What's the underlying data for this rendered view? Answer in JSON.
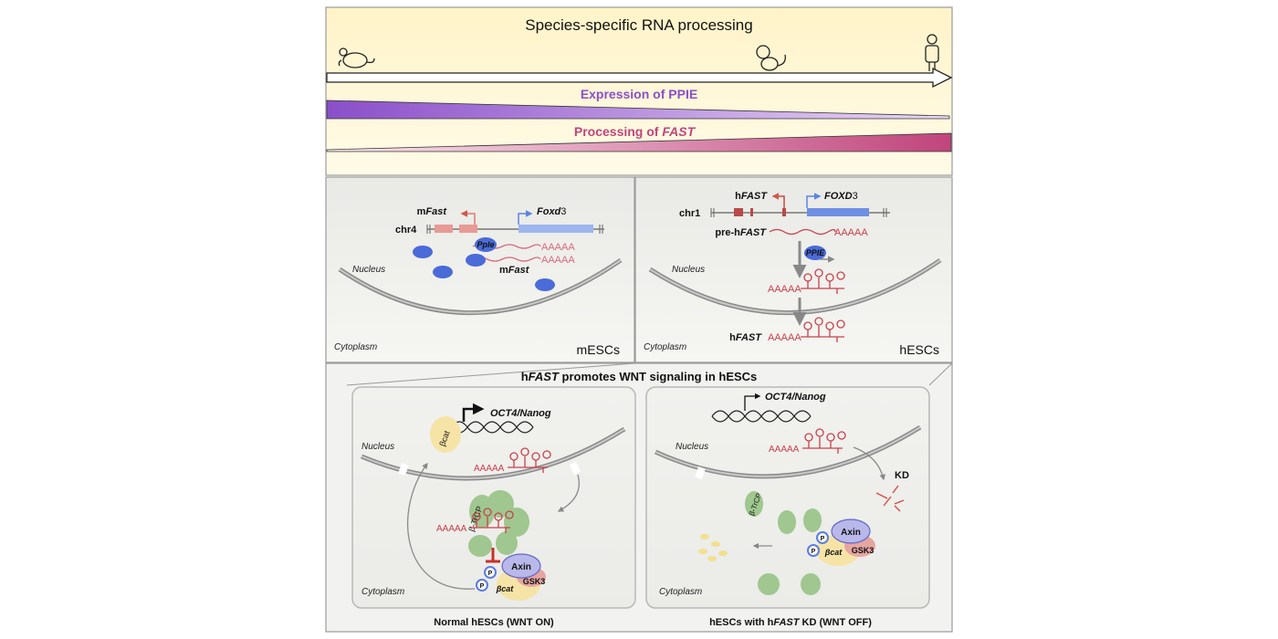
{
  "top": {
    "title": "Species-specific RNA processing",
    "gradient1_label": "Expression of PPIE",
    "gradient2_pre": "Processing of ",
    "gradient2_italic": "FAST",
    "colors": {
      "purple": "#8a4fc9",
      "pink": "#c0457c"
    }
  },
  "mouse": {
    "label_chr": "chr4",
    "gene1_prefix": "m",
    "gene1_italic": "Fast",
    "gene2_italic": "Foxd",
    "gene2_suffix": "3",
    "polyA": "AAAAA",
    "polyA2": "AAAAA",
    "protein": "Pple",
    "rna_label_prefix": "m",
    "rna_label_italic": "Fast",
    "nucleus": "Nucleus",
    "cytoplasm": "Cytoplasm",
    "corner": "mESCs"
  },
  "human": {
    "label_chr": "chr1",
    "gene1_prefix": "h",
    "gene1_italic": "FAST",
    "gene2_italic": "FOXD",
    "gene2_suffix": "3",
    "pre_label": "pre-h",
    "pre_italic": "FAST",
    "polyA": "AAAAA",
    "protein": "PPIE",
    "polyA_nuc": "AAAAA",
    "cyto_label_prefix": "h",
    "cyto_label_italic": "FAST",
    "polyA_cyto": "AAAAA",
    "nucleus": "Nucleus",
    "cytoplasm": "Cytoplasm",
    "corner": "hESCs"
  },
  "bottom": {
    "title_prefix": "h",
    "title_italic": "FAST",
    "title_suffix": " promotes WNT signaling in hESCs",
    "left": {
      "target": "OCT4/Nanog",
      "bcat": "βcat",
      "nucleus": "Nucleus",
      "polyA": "AAAAA",
      "btrcp": "β-TrCP",
      "polyA2": "AAAAA",
      "axin": "Axin",
      "gsk3": "GSK3",
      "bcat2": "βcat",
      "p": "P",
      "cytoplasm": "Cytoplasm",
      "caption": "Normal hESCs (WNT ON)"
    },
    "right": {
      "target": "OCT4/Nanog",
      "nucleus": "Nucleus",
      "polyA": "AAAAA",
      "kd": "KD",
      "btrcp": "β-TrCP",
      "axin": "Axin",
      "gsk3": "GSK3",
      "bcat": "βcat",
      "p": "P",
      "cytoplasm": "Cytoplasm",
      "caption_pre": "hESCs with h",
      "caption_italic": "FAST",
      "caption_post": " KD (WNT OFF)"
    }
  }
}
